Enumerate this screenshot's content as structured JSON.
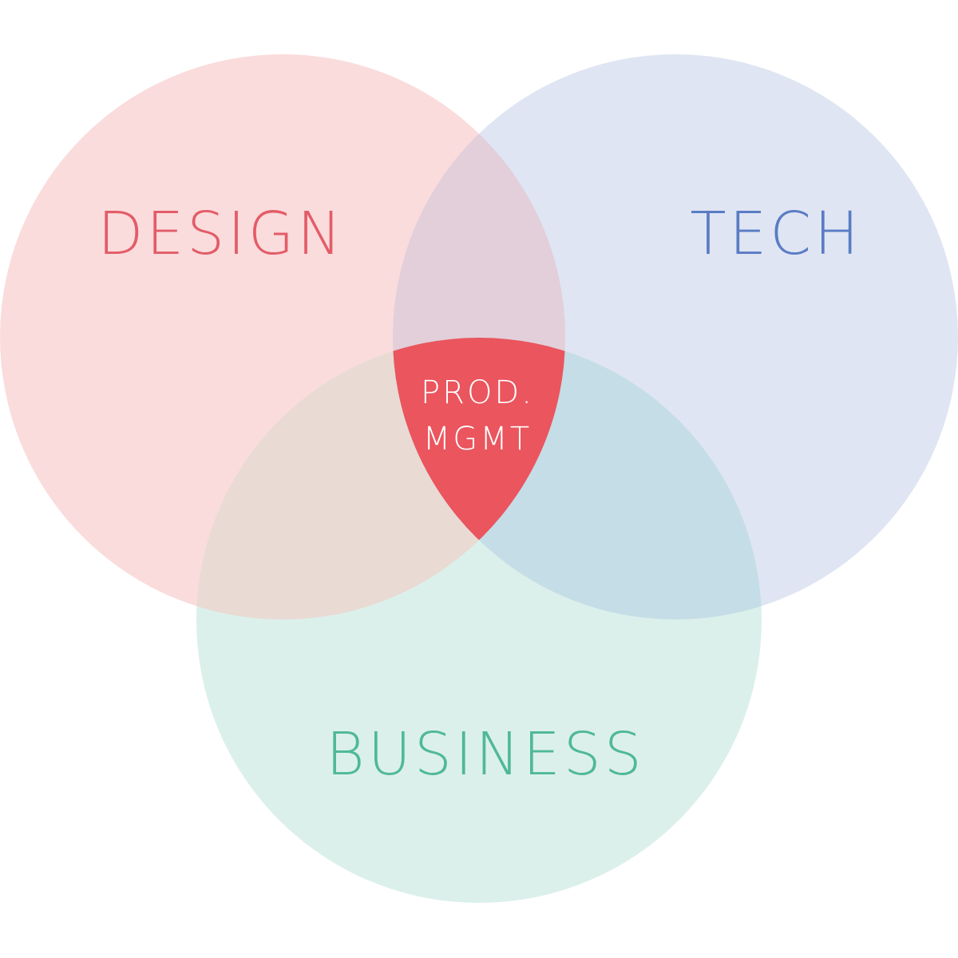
{
  "diagram": {
    "type": "venn",
    "sets": [
      {
        "id": "design",
        "label": "DESIGN",
        "fill": "#fadcdc",
        "text_color": "#e35c68"
      },
      {
        "id": "tech",
        "label": "TECH",
        "fill": "#dfe5f2",
        "text_color": "#5a7cc4"
      },
      {
        "id": "business",
        "label": "BUSINESS",
        "fill": "#dcf0eb",
        "text_color": "#4fb996"
      }
    ],
    "intersections": {
      "design_tech": {
        "fill": "#e2cfda"
      },
      "design_business": {
        "fill": "#e9dad3"
      },
      "tech_business": {
        "fill": "#c5dde6"
      },
      "all": {
        "label_line1": "PROD.",
        "label_line2": "MGMT",
        "fill": "#ea555e",
        "text_color": "#ffffff"
      }
    }
  }
}
